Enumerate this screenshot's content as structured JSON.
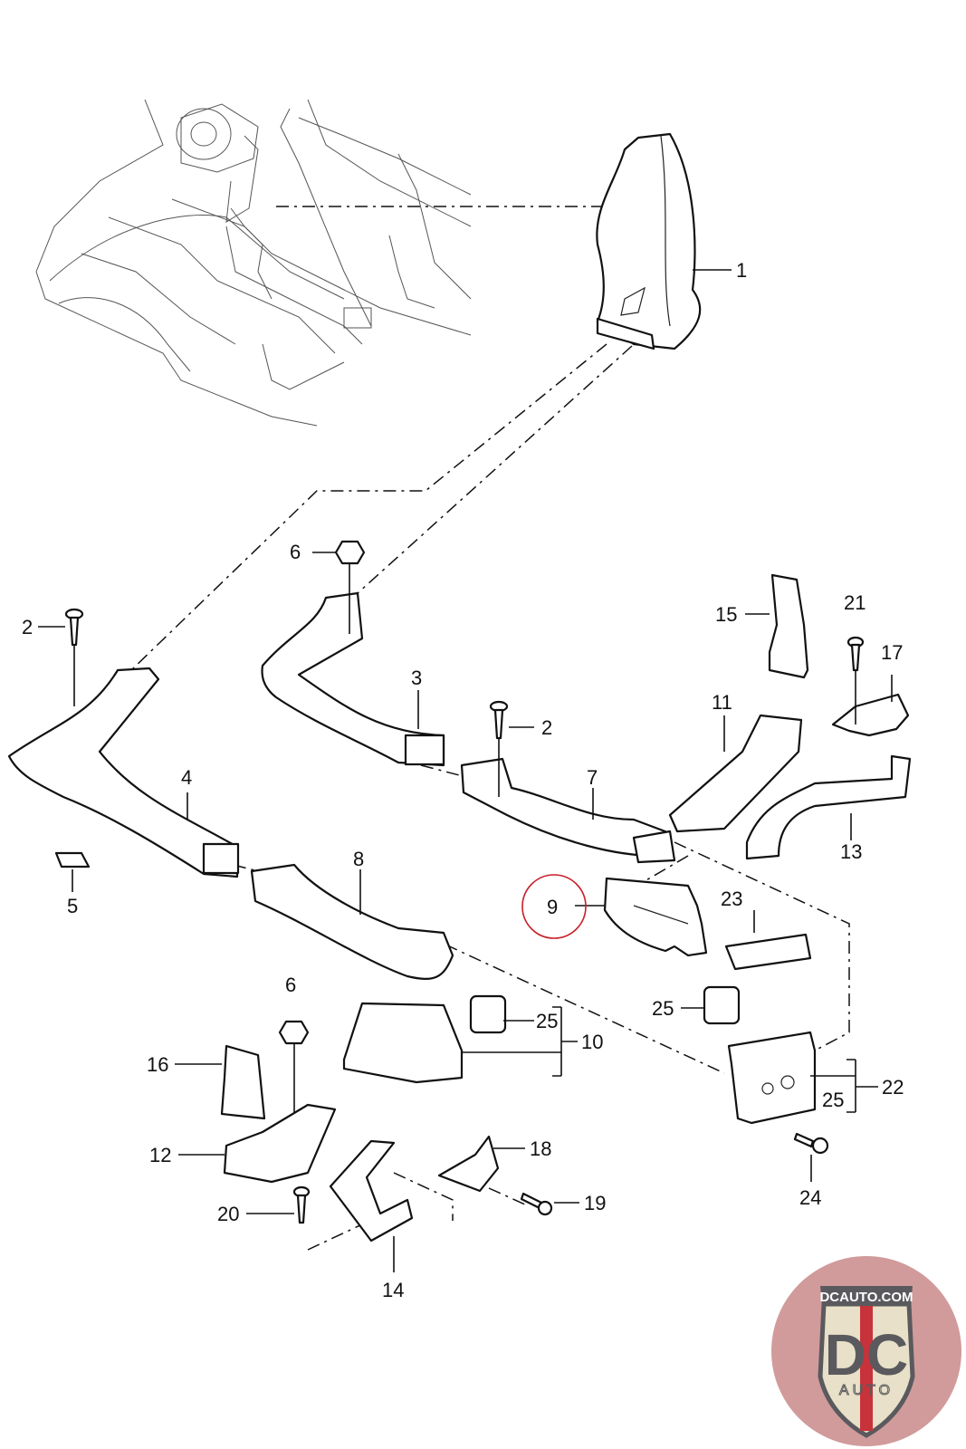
{
  "diagram": {
    "type": "exploded-parts-diagram",
    "subject": "Rear HVAC air duct assembly",
    "highlighted_part": "9",
    "highlight_color": "#c8202a",
    "labels": {
      "p1": "1",
      "p2a": "2",
      "p2b": "2",
      "p3": "3",
      "p4": "4",
      "p5": "5",
      "p6a": "6",
      "p6b": "6",
      "p7": "7",
      "p8": "8",
      "p9": "9",
      "p10": "10",
      "p11": "11",
      "p12": "12",
      "p13": "13",
      "p14": "14",
      "p15": "15",
      "p16": "16",
      "p17": "17",
      "p18": "18",
      "p19": "19",
      "p20": "20",
      "p21": "21",
      "p22": "22",
      "p23": "23",
      "p24": "24",
      "p25a": "25",
      "p25b": "25",
      "p25c": "25"
    }
  },
  "watermark": {
    "top_text": "DCAUTO.COM",
    "main_text": "DC",
    "sub_text": "AUTO",
    "shield_color": "#e8e0c8",
    "letter_color": "#5a5a5e",
    "stripe_color": "#c8323a",
    "background_color": "#c98a8a"
  }
}
